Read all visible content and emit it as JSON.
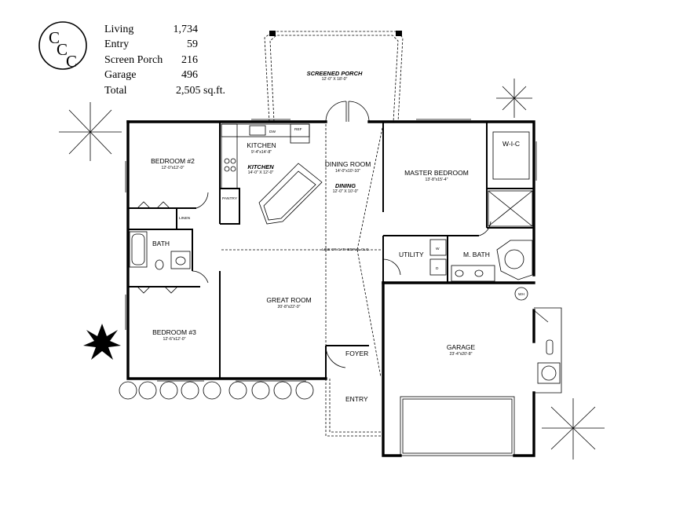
{
  "logo": {
    "line1": "C",
    "line2": "C",
    "line3": "C"
  },
  "area_table": [
    {
      "label": "Living",
      "value": "1,734"
    },
    {
      "label": "Entry",
      "value": "59"
    },
    {
      "label": "Screen Porch",
      "value": "216"
    },
    {
      "label": "Garage",
      "value": "496"
    },
    {
      "label": "Total",
      "value": "2,505 sq.ft."
    }
  ],
  "rooms": {
    "screened_porch": {
      "name": "SCREENED PORCH",
      "dims": "12'-0\" X 18'-0\""
    },
    "kitchen": {
      "name": "KITCHEN",
      "dims": "9'-4\"x14'-8\""
    },
    "kitchen_alt": {
      "name": "KITCHEN",
      "dims": "14'-0\" X 12'-0\""
    },
    "dining_room": {
      "name": "DINING ROOM",
      "dims": "14'-0\"x10'-10\""
    },
    "dining_alt": {
      "name": "DINING",
      "dims": "12'-0\" X 10'-0\""
    },
    "bedroom2": {
      "name": "BEDROOM #2",
      "dims": "12'-0\"x12'-0\""
    },
    "bedroom3": {
      "name": "BEDROOM #3",
      "dims": "12'-6\"x12'-0\""
    },
    "master_bedroom": {
      "name": "MASTER BEDROOM",
      "dims": "13'-8\"x15'-4\""
    },
    "great_room": {
      "name": "GREAT ROOM",
      "dims": "20'-8\"x22'-0\""
    },
    "garage": {
      "name": "GARAGE",
      "dims": "23'-4\"x20'-8\""
    },
    "bath": {
      "name": "BATH"
    },
    "m_bath": {
      "name": "M. BATH"
    },
    "utility": {
      "name": "UTILITY"
    },
    "foyer": {
      "name": "FOYER"
    },
    "entry": {
      "name": "ENTRY"
    },
    "pantry": {
      "name": "PANTRY"
    },
    "linen": {
      "name": "LINEN"
    },
    "wic": {
      "name": "W-I-C"
    }
  },
  "fixtures": {
    "dw": "DW",
    "ref": "REF",
    "wh": "WH",
    "washer": "W",
    "dryer": "D"
  },
  "cathedral_note": "LINE OF CATHEDRAL CLG."
}
